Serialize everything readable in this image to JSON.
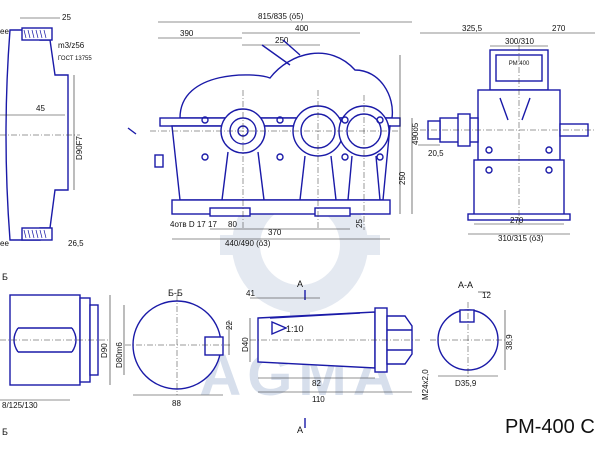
{
  "title": "РМ-400 С",
  "colors": {
    "part_outline": "#1a1aa8",
    "dimension_lines": "#222222",
    "watermark": "#cfd8e6"
  },
  "watermark": {
    "text": "AGMA"
  },
  "views": {
    "shaft_end": {
      "dims": {
        "top": "25",
        "thread": "m3/z56",
        "gost": "ГОСТ 13755",
        "length": "45",
        "bore": "D90F7",
        "bottom": "26,5",
        "left_top": "ее",
        "left_bottom": "ее"
      }
    },
    "front": {
      "dims": {
        "overall": "815/835 (ö5)",
        "left": "390",
        "center": "400",
        "sub": "250",
        "height_shaft": "490ö5",
        "height_base": "250",
        "foot_h": "25",
        "holes": "4отв D 17",
        "d17": "17",
        "d80": "80",
        "base_len": "370",
        "feet": "440/490 (ö3)"
      }
    },
    "side": {
      "dims": {
        "left": "325,5",
        "right": "270",
        "top": "300/310",
        "shaft": "20,5",
        "base": "270",
        "feet": "310/315 (ö3)"
      },
      "nameplate": "РМ 400"
    },
    "section_bb": {
      "label": "Б-Б",
      "dims": {
        "d90": "D90",
        "d80": "D80m6",
        "ser": "8/125/130",
        "mark_top": "Б",
        "mark_bottom": "Б"
      }
    },
    "key_section": {
      "label": "Б-Б",
      "dims": {
        "w": "22",
        "len": "88"
      }
    },
    "shaft_detail": {
      "marks": {
        "a_top": "А",
        "a_bottom": "А"
      },
      "dims": {
        "key_w": "41",
        "taper": "1:10",
        "diameter": "D40",
        "len": "82",
        "total": "110",
        "thread": "M24x2,0"
      }
    },
    "section_aa": {
      "label": "А-А",
      "dims": {
        "w": "12",
        "h": "38,9",
        "d": "D35,9"
      }
    }
  }
}
